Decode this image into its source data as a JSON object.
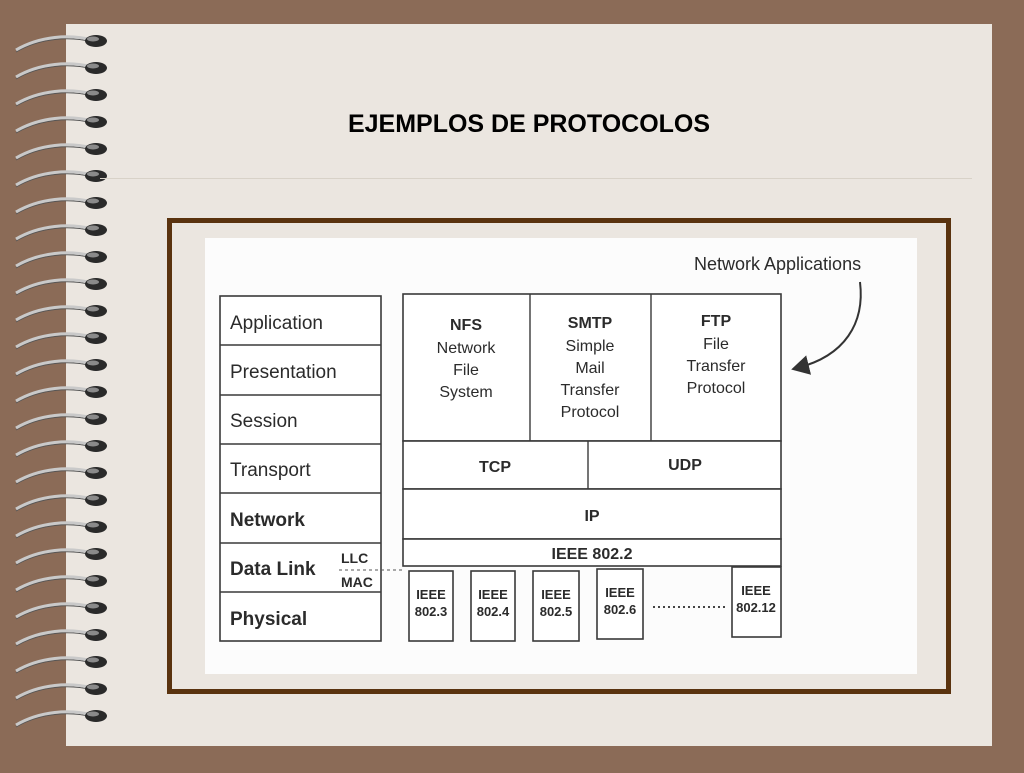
{
  "title": "EJEMPLOS DE PROTOCOLOS",
  "osi_layers": [
    "Application",
    "Presentation",
    "Session",
    "Transport",
    "Network",
    "Data Link",
    "Physical"
  ],
  "data_link_sublayers": [
    "LLC",
    "MAC"
  ],
  "apps": [
    {
      "name": "NFS",
      "desc": [
        "Network",
        "File",
        "System"
      ]
    },
    {
      "name": "SMTP",
      "desc": [
        "Simple",
        "Mail",
        "Transfer",
        "Protocol"
      ]
    },
    {
      "name": "FTP",
      "desc": [
        "File",
        "Transfer",
        "Protocol"
      ]
    }
  ],
  "transport": [
    "TCP",
    "UDP"
  ],
  "network": "IP",
  "datalink": "IEEE 802.2",
  "physical": [
    {
      "line1": "IEEE",
      "line2": "802.3"
    },
    {
      "line1": "IEEE",
      "line2": "802.4"
    },
    {
      "line1": "IEEE",
      "line2": "802.5"
    },
    {
      "line1": "IEEE",
      "line2": "802.6"
    },
    {
      "line1": "IEEE",
      "line2": "802.12"
    }
  ],
  "annotation": "Network Applications",
  "colors": {
    "background": "#8b6b57",
    "slide": "#ebe6e0",
    "frame": "#5a330f"
  }
}
